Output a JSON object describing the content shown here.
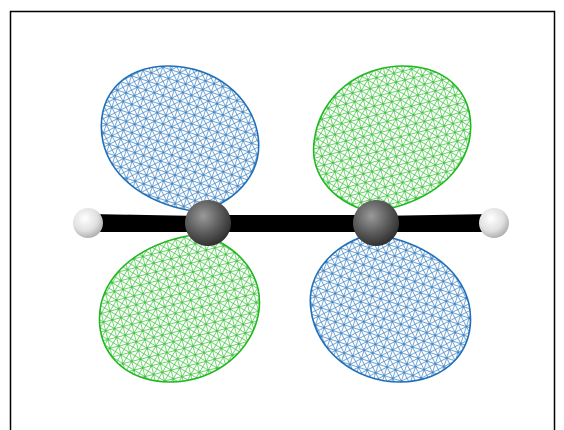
{
  "scene": {
    "lobes": [
      {
        "name": "upper-left-orbital-lobe",
        "phase": "negative"
      },
      {
        "name": "lower-left-orbital-lobe",
        "phase": "positive"
      },
      {
        "name": "upper-right-orbital-lobe",
        "phase": "positive"
      },
      {
        "name": "lower-right-orbital-lobe",
        "phase": "negative"
      }
    ],
    "atoms": [
      {
        "name": "hydrogen-atom-left",
        "element": "H"
      },
      {
        "name": "carbon-atom-left",
        "element": "C"
      },
      {
        "name": "carbon-atom-right",
        "element": "C"
      },
      {
        "name": "hydrogen-atom-right",
        "element": "H"
      }
    ],
    "bonds": [
      "bond-h-c-left",
      "bond-c-c",
      "bond-c-h-right"
    ]
  },
  "colors": {
    "negative_phase": "#1f6fb8",
    "positive_phase": "#1fb81f",
    "carbon": "#5a5a5a",
    "hydrogen": "#e8e8e8",
    "bond": "#000000",
    "frame": "#000000"
  }
}
